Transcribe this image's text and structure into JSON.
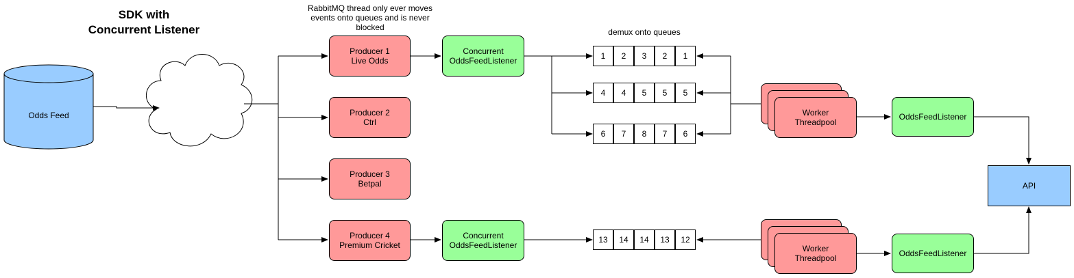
{
  "title": {
    "line1": "SDK with",
    "line2": "Concurrent Listener"
  },
  "note": {
    "rabbit_line1": "RabbitMQ thread only ever moves",
    "rabbit_line2": "events onto queues and is never",
    "rabbit_line3": "blocked",
    "demux": "demux onto queues"
  },
  "feed": {
    "label": "Odds Feed"
  },
  "producers": [
    {
      "line1": "Producer 1",
      "line2": "Live Odds"
    },
    {
      "line1": "Producer 2",
      "line2": "Ctrl"
    },
    {
      "line1": "Producer 3",
      "line2": "Betpal"
    },
    {
      "line1": "Producer 4",
      "line2": "Premium Cricket"
    }
  ],
  "concurrent": [
    {
      "line1": "Concurrent",
      "line2": "OddsFeedListener"
    },
    {
      "line1": "Concurrent",
      "line2": "OddsFeedListener"
    }
  ],
  "queues": [
    [
      "1",
      "2",
      "3",
      "2",
      "1"
    ],
    [
      "4",
      "4",
      "5",
      "5",
      "5"
    ],
    [
      "6",
      "7",
      "8",
      "7",
      "6"
    ],
    [
      "13",
      "14",
      "14",
      "13",
      "12"
    ]
  ],
  "workers": [
    {
      "line1": "Worker",
      "line2": "Threadpool"
    },
    {
      "line1": "Worker",
      "line2": "Threadpool"
    }
  ],
  "listeners": [
    {
      "label": "OddsFeedListener"
    },
    {
      "label": "OddsFeedListener"
    }
  ],
  "api": {
    "label": "API"
  },
  "colors": {
    "producer": "#ff9999",
    "listener": "#99ff99",
    "endpoint": "#99ccff"
  }
}
